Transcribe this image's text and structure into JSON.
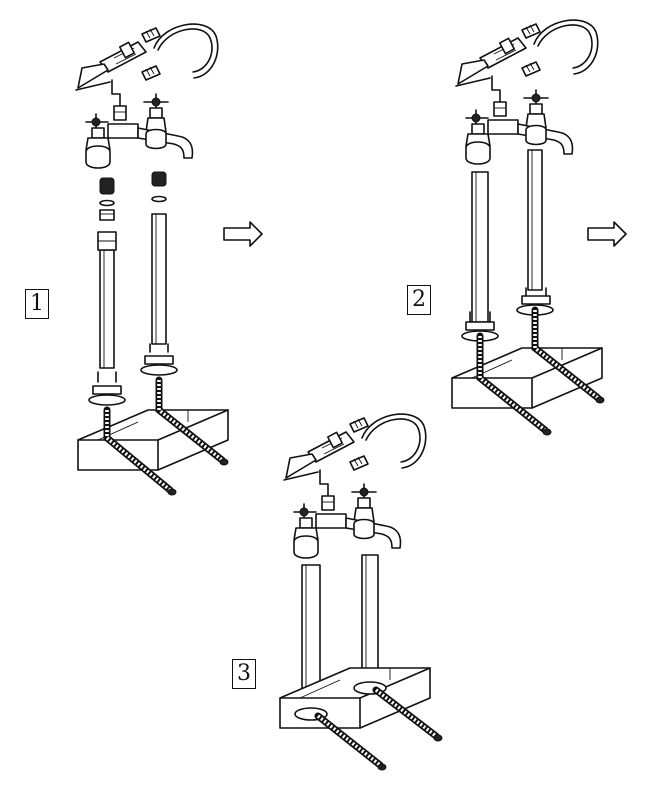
{
  "steps": [
    {
      "number": "1",
      "arrow_after": true
    },
    {
      "number": "2",
      "arrow_after": true
    },
    {
      "number": "3",
      "arrow_after": false
    }
  ]
}
